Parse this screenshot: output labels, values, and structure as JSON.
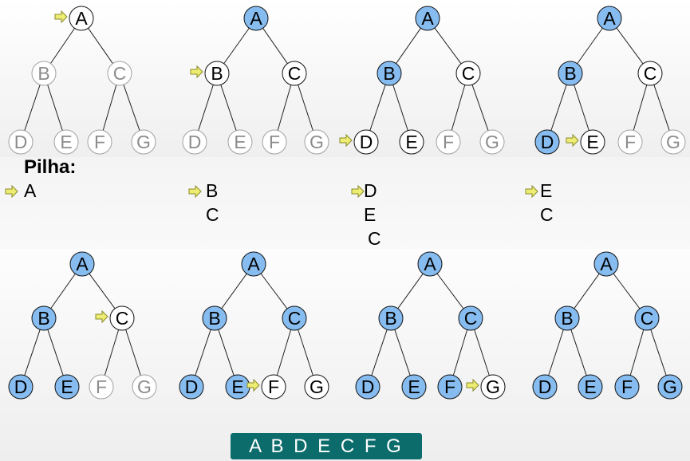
{
  "colors": {
    "visited": "#86bcf0",
    "current": "#ffffff",
    "unvisited_stroke": "#a0a0a0",
    "unvisited_text": "#8c8c8c",
    "edge": "#222222",
    "pointer": "#eded73",
    "pointer_stroke": "#8a8a2a",
    "result_bg": "#0c6c6c"
  },
  "trees": [
    {
      "nodes": {
        "A": "current",
        "B": "unvisited",
        "C": "unvisited",
        "D": "unvisited",
        "E": "unvisited",
        "F": "unvisited",
        "G": "unvisited"
      },
      "pointer": "A"
    },
    {
      "nodes": {
        "A": "visited",
        "B": "current",
        "C": "current",
        "D": "unvisited",
        "E": "unvisited",
        "F": "unvisited",
        "G": "unvisited"
      },
      "pointer": "B"
    },
    {
      "nodes": {
        "A": "visited",
        "B": "visited",
        "C": "current",
        "D": "current",
        "E": "current",
        "F": "unvisited",
        "G": "unvisited"
      },
      "pointer": "D"
    },
    {
      "nodes": {
        "A": "visited",
        "B": "visited",
        "C": "current",
        "D": "visited",
        "E": "current",
        "F": "unvisited",
        "G": "unvisited"
      },
      "pointer": "E"
    },
    {
      "nodes": {
        "A": "visited",
        "B": "visited",
        "C": "current",
        "D": "visited",
        "E": "visited",
        "F": "unvisited",
        "G": "unvisited"
      },
      "pointer": "C"
    },
    {
      "nodes": {
        "A": "visited",
        "B": "visited",
        "C": "visited",
        "D": "visited",
        "E": "visited",
        "F": "current",
        "G": "current"
      },
      "pointer": "F"
    },
    {
      "nodes": {
        "A": "visited",
        "B": "visited",
        "C": "visited",
        "D": "visited",
        "E": "visited",
        "F": "visited",
        "G": "current"
      },
      "pointer": "G"
    },
    {
      "nodes": {
        "A": "visited",
        "B": "visited",
        "C": "visited",
        "D": "visited",
        "E": "visited",
        "F": "visited",
        "G": "visited"
      },
      "pointer": null
    }
  ],
  "stack": {
    "title": "Pilha:",
    "columns": [
      [
        "A"
      ],
      [
        "B",
        "C"
      ],
      [
        "D",
        "E",
        "C"
      ],
      [
        "E",
        "C"
      ]
    ]
  },
  "result": "A B D E C F G"
}
